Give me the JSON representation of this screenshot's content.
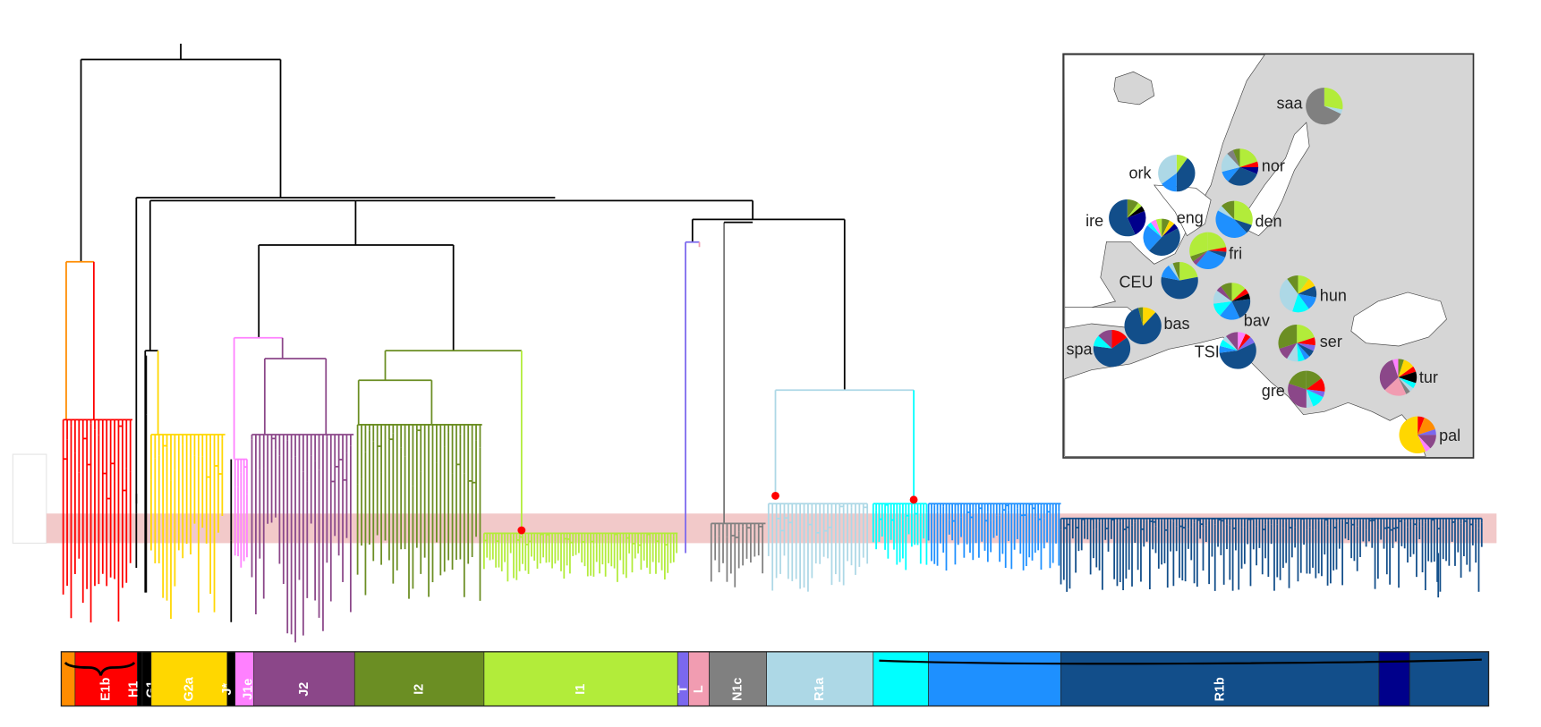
{
  "colors": {
    "E1b_orange": "#ff8c00",
    "E1b": "#ff0000",
    "H1": "#000000",
    "G1": "#000000",
    "G2a": "#ffd700",
    "J_star": "#000000",
    "J1e": "#ff80ff",
    "J2": "#8b4789",
    "I2": "#6b8e23",
    "I1": "#b2ec3a",
    "T": "#7b68ee",
    "L": "#f19cb1",
    "N1c": "#808080",
    "R1a": "#add8e6",
    "R1b_cyan": "#00ffff",
    "R1b_blue": "#1e90ff",
    "R1b_dark": "#124e8a",
    "R1b_navy": "#00008b",
    "highlight_band": "#f2c9c9",
    "node_marker": "#ff0000"
  },
  "haplogroup_bar": [
    {
      "label": "",
      "color": "#ff8c00",
      "units": 14
    },
    {
      "label": "E1b",
      "color": "#ff0000",
      "units": 63
    },
    {
      "label": "H1",
      "color": "#000000",
      "units": 5
    },
    {
      "label": "G1",
      "color": "#000000",
      "units": 9
    },
    {
      "label": "G2a",
      "color": "#ffd700",
      "units": 77
    },
    {
      "label": "J*",
      "color": "#000000",
      "units": 8
    },
    {
      "label": "J1e",
      "color": "#ff80ff",
      "units": 19
    },
    {
      "label": "J2",
      "color": "#8b4789",
      "units": 102
    },
    {
      "label": "I2",
      "color": "#6b8e23",
      "units": 131
    },
    {
      "label": "I1",
      "color": "#b2ec3a",
      "units": 196
    },
    {
      "label": "T",
      "color": "#7b68ee",
      "units": 11
    },
    {
      "label": "L",
      "color": "#f19cb1",
      "units": 21
    },
    {
      "label": "N1c",
      "color": "#808080",
      "units": 58
    },
    {
      "label": "R1a",
      "color": "#add8e6",
      "units": 108
    },
    {
      "label": "",
      "color": "#00ffff",
      "units": 56
    },
    {
      "label": "",
      "color": "#1e90ff",
      "units": 134
    },
    {
      "label": "R1b",
      "color": "#124e8a",
      "units": 322
    },
    {
      "label": "",
      "color": "#00008b",
      "units": 31
    },
    {
      "label": "",
      "color": "#124e8a",
      "units": 80
    }
  ],
  "map": {
    "populations": [
      {
        "label": "saa",
        "slices": [
          [
            "#b2ec3a",
            0.28
          ],
          [
            "#add8e6",
            0.04
          ],
          [
            "#808080",
            0.68
          ]
        ]
      },
      {
        "label": "ork",
        "slices": [
          [
            "#b2ec3a",
            0.1
          ],
          [
            "#124e8a",
            0.4
          ],
          [
            "#1e90ff",
            0.15
          ],
          [
            "#add8e6",
            0.35
          ]
        ]
      },
      {
        "label": "nor",
        "slices": [
          [
            "#b2ec3a",
            0.2
          ],
          [
            "#ff0000",
            0.05
          ],
          [
            "#00008b",
            0.06
          ],
          [
            "#124e8a",
            0.3
          ],
          [
            "#1e90ff",
            0.1
          ],
          [
            "#add8e6",
            0.17
          ],
          [
            "#808080",
            0.06
          ],
          [
            "#6b8e23",
            0.06
          ]
        ]
      },
      {
        "label": "ire",
        "slices": [
          [
            "#6b8e23",
            0.1
          ],
          [
            "#b2ec3a",
            0.04
          ],
          [
            "#000000",
            0.05
          ],
          [
            "#00008b",
            0.24
          ],
          [
            "#124e8a",
            0.57
          ]
        ]
      },
      {
        "label": "eng",
        "slices": [
          [
            "#6b8e23",
            0.07
          ],
          [
            "#ffd700",
            0.05
          ],
          [
            "#00008b",
            0.05
          ],
          [
            "#124e8a",
            0.45
          ],
          [
            "#1e90ff",
            0.24
          ],
          [
            "#00ffff",
            0.04
          ],
          [
            "#ff80ff",
            0.05
          ],
          [
            "#b2ec3a",
            0.05
          ]
        ]
      },
      {
        "label": "den",
        "slices": [
          [
            "#b2ec3a",
            0.3
          ],
          [
            "#124e8a",
            0.08
          ],
          [
            "#1e90ff",
            0.45
          ],
          [
            "#add8e6",
            0.05
          ],
          [
            "#6b8e23",
            0.12
          ]
        ]
      },
      {
        "label": "fri",
        "slices": [
          [
            "#b2ec3a",
            0.22
          ],
          [
            "#ff0000",
            0.04
          ],
          [
            "#124e8a",
            0.05
          ],
          [
            "#1e90ff",
            0.3
          ],
          [
            "#8b4789",
            0.04
          ],
          [
            "#6b8e23",
            0.05
          ],
          [
            "#b2ec3a",
            0.3
          ]
        ]
      },
      {
        "label": "CEU",
        "slices": [
          [
            "#b2ec3a",
            0.22
          ],
          [
            "#124e8a",
            0.56
          ],
          [
            "#1e90ff",
            0.12
          ],
          [
            "#add8e6",
            0.04
          ],
          [
            "#6b8e23",
            0.06
          ]
        ]
      },
      {
        "label": "bav",
        "slices": [
          [
            "#b2ec3a",
            0.13
          ],
          [
            "#ff0000",
            0.05
          ],
          [
            "#000000",
            0.05
          ],
          [
            "#124e8a",
            0.2
          ],
          [
            "#1e90ff",
            0.18
          ],
          [
            "#00ffff",
            0.12
          ],
          [
            "#add8e6",
            0.12
          ],
          [
            "#8b4789",
            0.05
          ],
          [
            "#6b8e23",
            0.1
          ]
        ]
      },
      {
        "label": "hun",
        "slices": [
          [
            "#b2ec3a",
            0.1
          ],
          [
            "#ffd700",
            0.08
          ],
          [
            "#124e8a",
            0.1
          ],
          [
            "#1e90ff",
            0.12
          ],
          [
            "#00ffff",
            0.15
          ],
          [
            "#add8e6",
            0.35
          ],
          [
            "#6b8e23",
            0.1
          ]
        ]
      },
      {
        "label": "bas",
        "slices": [
          [
            "#ffd700",
            0.12
          ],
          [
            "#124e8a",
            0.84
          ],
          [
            "#6b8e23",
            0.04
          ]
        ]
      },
      {
        "label": "spa",
        "slices": [
          [
            "#ff0000",
            0.15
          ],
          [
            "#124e8a",
            0.62
          ],
          [
            "#00ffff",
            0.1
          ],
          [
            "#8b4789",
            0.13
          ]
        ]
      },
      {
        "label": "TSI",
        "slices": [
          [
            "#ff80ff",
            0.07
          ],
          [
            "#ff0000",
            0.05
          ],
          [
            "#7b68ee",
            0.06
          ],
          [
            "#124e8a",
            0.55
          ],
          [
            "#1e90ff",
            0.06
          ],
          [
            "#00ffff",
            0.06
          ],
          [
            "#add8e6",
            0.04
          ],
          [
            "#8b4789",
            0.11
          ]
        ]
      },
      {
        "label": "ser",
        "slices": [
          [
            "#b2ec3a",
            0.2
          ],
          [
            "#ff0000",
            0.07
          ],
          [
            "#7b68ee",
            0.05
          ],
          [
            "#124e8a",
            0.06
          ],
          [
            "#1e90ff",
            0.05
          ],
          [
            "#00ffff",
            0.06
          ],
          [
            "#add8e6",
            0.1
          ],
          [
            "#8b4789",
            0.11
          ],
          [
            "#6b8e23",
            0.3
          ]
        ]
      },
      {
        "label": "gre",
        "slices": [
          [
            "#6b8e23",
            0.15
          ],
          [
            "#ff0000",
            0.12
          ],
          [
            "#7b68ee",
            0.05
          ],
          [
            "#00ffff",
            0.12
          ],
          [
            "#add8e6",
            0.06
          ],
          [
            "#8b4789",
            0.3
          ],
          [
            "#6b8e23",
            0.2
          ]
        ]
      },
      {
        "label": "tur",
        "slices": [
          [
            "#6b8e23",
            0.05
          ],
          [
            "#ffd700",
            0.1
          ],
          [
            "#ff0000",
            0.05
          ],
          [
            "#000000",
            0.1
          ],
          [
            "#00ffff",
            0.05
          ],
          [
            "#add8e6",
            0.04
          ],
          [
            "#808080",
            0.04
          ],
          [
            "#f19cb1",
            0.2
          ],
          [
            "#8b4789",
            0.32
          ],
          [
            "#ff80ff",
            0.05
          ]
        ]
      },
      {
        "label": "pal",
        "slices": [
          [
            "#ff0000",
            0.06
          ],
          [
            "#ff8c00",
            0.14
          ],
          [
            "#7b68ee",
            0.05
          ],
          [
            "#8b4789",
            0.13
          ],
          [
            "#ff80ff",
            0.05
          ],
          [
            "#ffd700",
            0.57
          ]
        ]
      }
    ]
  }
}
